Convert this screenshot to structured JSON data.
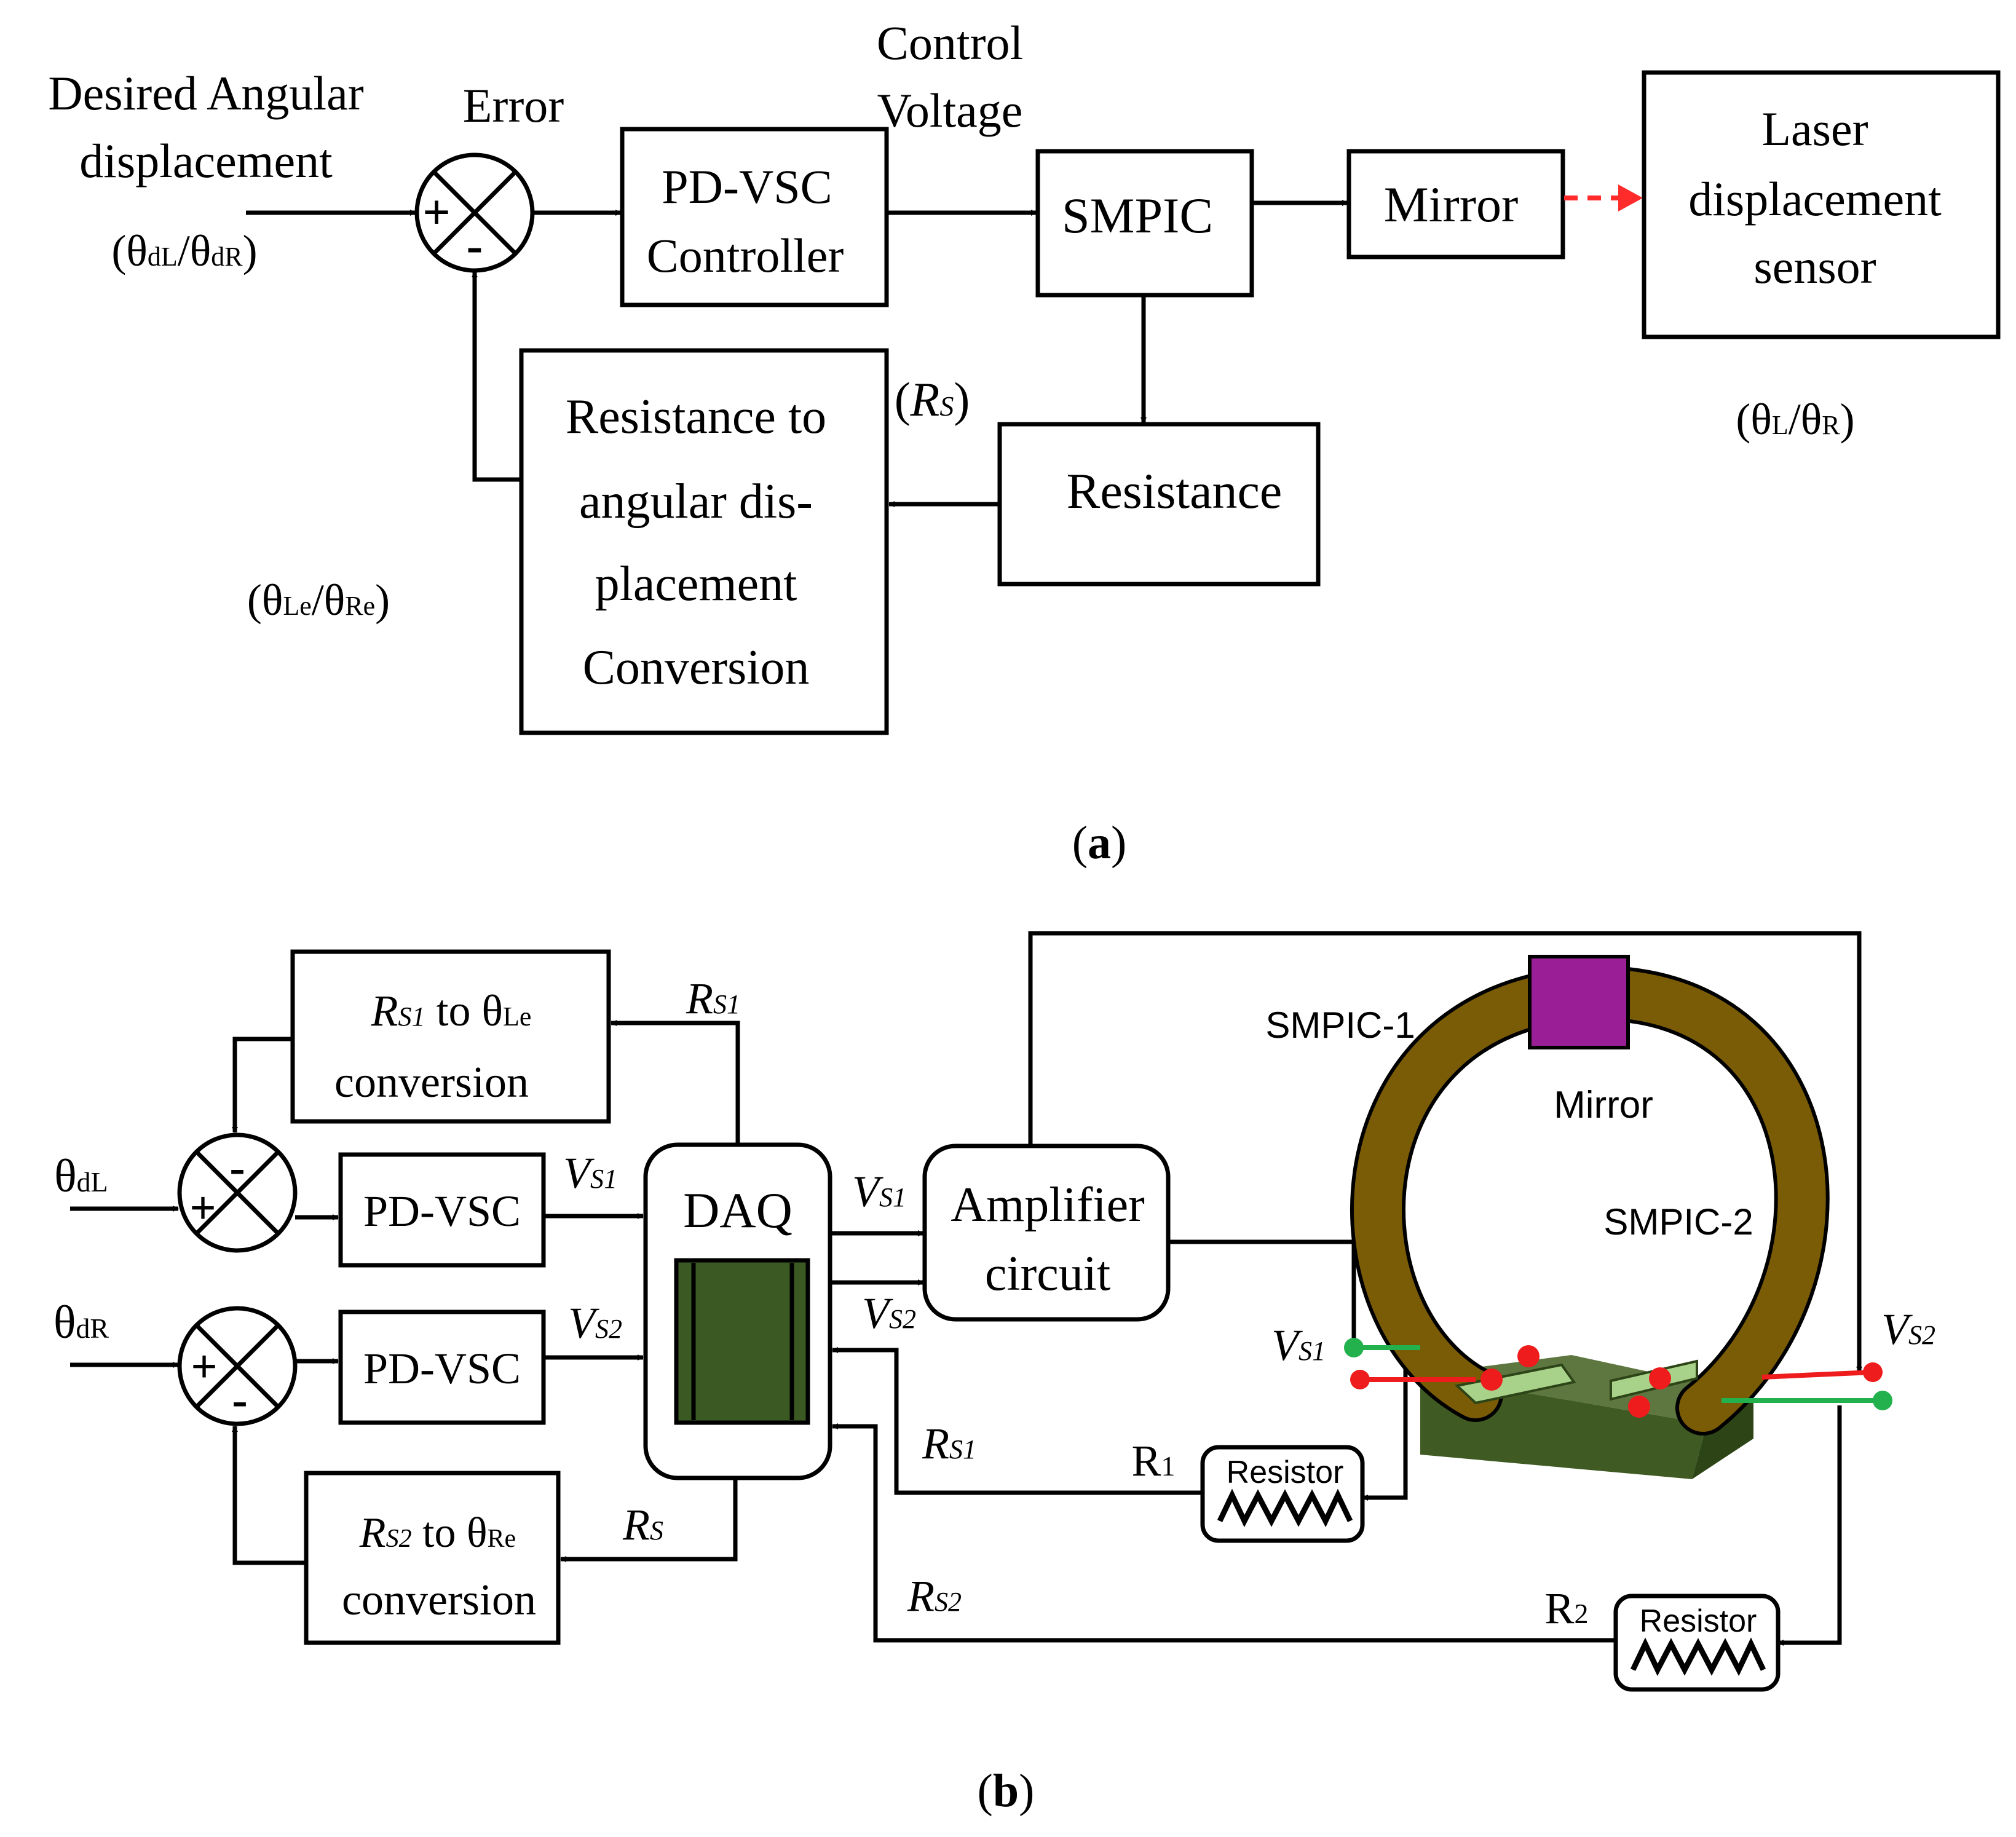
{
  "colors": {
    "line": "#000000",
    "dashed_arrow": "#ff2a2a",
    "ring": "#7a5b06",
    "mirror": "#9a1f96",
    "daq_panel": "#3b5a23",
    "base_plate": "#3f5a22",
    "pad": "#a8d28a",
    "dot_red": "#ee1c1c",
    "dot_green": "#22b14c"
  },
  "a": {
    "input_label_line1": "Desired Angular",
    "input_label_line2": "displacement",
    "input_symbol": {
      "open": "(θ",
      "sub1": "dL",
      "mid": "/θ",
      "sub2": "dR",
      "close": ")"
    },
    "error_label": "Error",
    "plus": "+",
    "minus": "-",
    "controller_line1": "PD-VSC",
    "controller_line2": "Controller",
    "control_voltage_line1": "Control",
    "control_voltage_line2": "Voltage",
    "smpic": "SMPIC",
    "mirror": "Mirror",
    "laser_line1": "Laser",
    "laser_line2": "displacement",
    "laser_line3": "sensor",
    "laser_symbol": {
      "open": "(θ",
      "sub1": "L",
      "mid": "/θ",
      "sub2": "R",
      "close": ")"
    },
    "resistance": "Resistance",
    "rs_label": {
      "open": "(",
      "main": "R",
      "sub": "S",
      "close": ")"
    },
    "conversion_line1": "Resistance to",
    "conversion_line2": "angular dis-",
    "conversion_line3": "placement",
    "conversion_line4": "Conversion",
    "estimate_symbol": {
      "open": "(θ",
      "sub1": "Le",
      "mid": "/θ",
      "sub2": "Re",
      "close": ")"
    },
    "caption": {
      "open": "(",
      "letter": "a",
      "close": ")"
    }
  },
  "b": {
    "theta_dL": {
      "main": "θ",
      "sub": "dL"
    },
    "theta_dR": {
      "main": "θ",
      "sub": "dR"
    },
    "plus": "+",
    "minus": "-",
    "pdvsc": "PD-VSC",
    "conv1_line1": {
      "main": "R",
      "sub": "S1",
      "rest": " to θ",
      "sub2": "Le"
    },
    "conv1_line2": "conversion",
    "conv2_line1": {
      "main": "R",
      "sub": "S2",
      "rest": " to θ",
      "sub2": "Re"
    },
    "conv2_line2": "conversion",
    "rs1": {
      "main": "R",
      "sub": "S1"
    },
    "rs2": {
      "main": "R",
      "sub": "S2"
    },
    "rs": {
      "main": "R",
      "sub": "S"
    },
    "vs1": {
      "main": "V",
      "sub": "S1"
    },
    "vs2": {
      "main": "V",
      "sub": "S2"
    },
    "daq": "DAQ",
    "amp_line1": "Amplifier",
    "amp_line2": "circuit",
    "smpic1": "SMPIC-1",
    "smpic2": "SMPIC-2",
    "mirror": "Mirror",
    "resistor": "Resistor",
    "r1": {
      "main": "R",
      "sub": "1"
    },
    "r2": {
      "main": "R",
      "sub": "2"
    },
    "caption": {
      "open": "(",
      "letter": "b",
      "close": ")"
    }
  }
}
